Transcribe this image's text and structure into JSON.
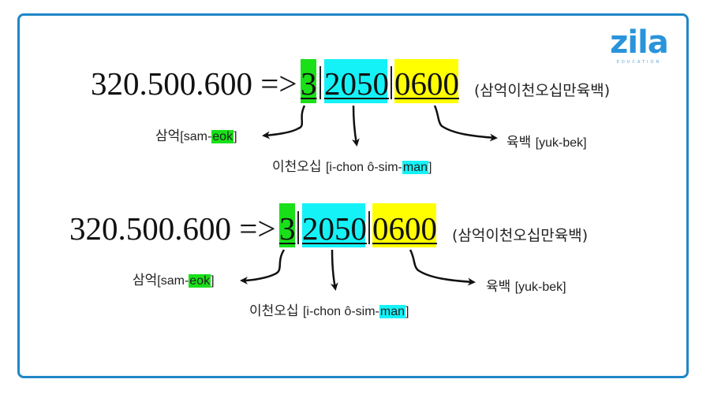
{
  "logo": {
    "word": "zila",
    "subtitle": "EDUCATION"
  },
  "colors": {
    "frame": "#1f87c7",
    "logo": "#2a94db",
    "green": "#19e019",
    "cyan": "#14f2f7",
    "yellow": "#ffff00"
  },
  "examples": [
    {
      "number": "320.500.600 =>",
      "groups": [
        "3",
        "2050",
        "0600"
      ],
      "separator": "|",
      "reading": "(삼억이천오십만육백)",
      "labels": {
        "eok": {
          "korean": "삼억",
          "roman_prefix": "[sam-",
          "roman_highlight": "eok",
          "roman_suffix": "]"
        },
        "man": {
          "korean": "이천오십 ",
          "roman_prefix": "[i-chon ô-sim-",
          "roman_highlight": "man",
          "roman_suffix": "]"
        },
        "baek": {
          "korean": "육백 ",
          "roman_prefix": "[yuk-bek]",
          "roman_highlight": "",
          "roman_suffix": ""
        }
      }
    },
    {
      "number": "320.500.600 =>",
      "groups": [
        "3",
        "2050",
        "0600"
      ],
      "separator": "|",
      "reading": "(삼억이천오십만육백)",
      "labels": {
        "eok": {
          "korean": "삼억",
          "roman_prefix": "[sam-",
          "roman_highlight": "eok",
          "roman_suffix": "]"
        },
        "man": {
          "korean": "이천오십 ",
          "roman_prefix": "[i-chon ô-sim-",
          "roman_highlight": "man",
          "roman_suffix": "]"
        },
        "baek": {
          "korean": "육백 ",
          "roman_prefix": "[yuk-bek]",
          "roman_highlight": "",
          "roman_suffix": ""
        }
      }
    }
  ]
}
